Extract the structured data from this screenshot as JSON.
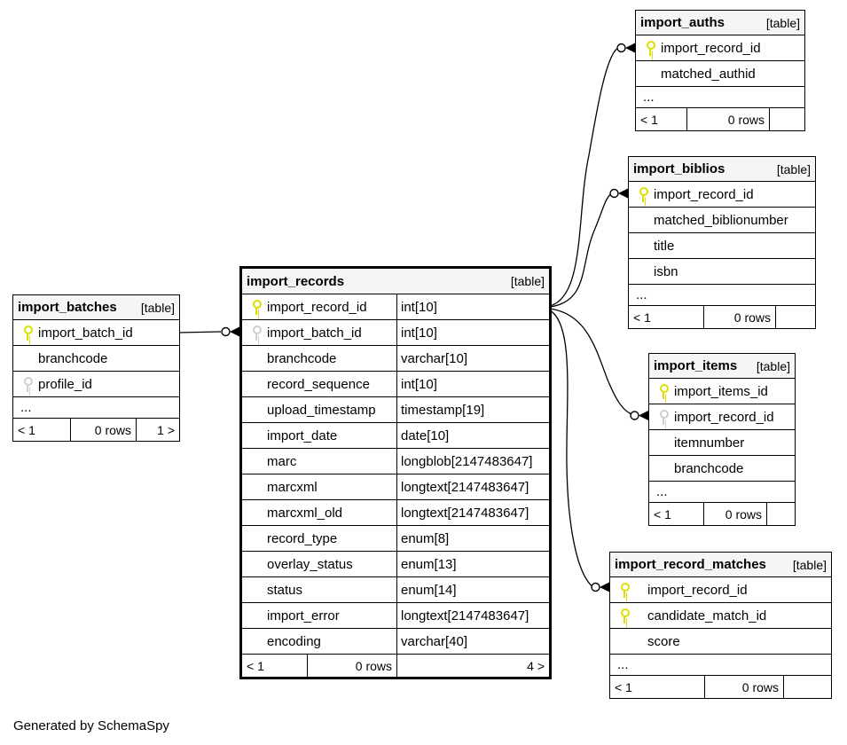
{
  "footer_note": "Generated by SchemaSpy",
  "colors": {
    "primary_key": "#dede00",
    "foreign_key": "#cfcfcf",
    "header_bg": "#f5f5f5",
    "border": "#000000"
  },
  "tables": {
    "import_batches": {
      "name": "import_batches",
      "tag": "[table]",
      "columns": [
        {
          "name": "import_batch_id",
          "key": "primary"
        },
        {
          "name": "branchcode",
          "key": "none"
        },
        {
          "name": "profile_id",
          "key": "foreign"
        }
      ],
      "ellipsis": "...",
      "footer": {
        "left": "< 1",
        "center": "0 rows",
        "right": "1 >"
      }
    },
    "import_records": {
      "name": "import_records",
      "tag": "[table]",
      "columns": [
        {
          "name": "import_record_id",
          "type": "int[10]",
          "key": "primary"
        },
        {
          "name": "import_batch_id",
          "type": "int[10]",
          "key": "foreign"
        },
        {
          "name": "branchcode",
          "type": "varchar[10]",
          "key": "none"
        },
        {
          "name": "record_sequence",
          "type": "int[10]",
          "key": "none"
        },
        {
          "name": "upload_timestamp",
          "type": "timestamp[19]",
          "key": "none"
        },
        {
          "name": "import_date",
          "type": "date[10]",
          "key": "none"
        },
        {
          "name": "marc",
          "type": "longblob[2147483647]",
          "key": "none"
        },
        {
          "name": "marcxml",
          "type": "longtext[2147483647]",
          "key": "none"
        },
        {
          "name": "marcxml_old",
          "type": "longtext[2147483647]",
          "key": "none"
        },
        {
          "name": "record_type",
          "type": "enum[8]",
          "key": "none"
        },
        {
          "name": "overlay_status",
          "type": "enum[13]",
          "key": "none"
        },
        {
          "name": "status",
          "type": "enum[14]",
          "key": "none"
        },
        {
          "name": "import_error",
          "type": "longtext[2147483647]",
          "key": "none"
        },
        {
          "name": "encoding",
          "type": "varchar[40]",
          "key": "none"
        }
      ],
      "footer": {
        "left": "< 1",
        "center": "0 rows",
        "right": "4 >"
      }
    },
    "import_auths": {
      "name": "import_auths",
      "tag": "[table]",
      "columns": [
        {
          "name": "import_record_id",
          "key": "primary"
        },
        {
          "name": "matched_authid",
          "key": "none"
        }
      ],
      "ellipsis": "...",
      "footer": {
        "left": "< 1",
        "center": "0 rows",
        "right": ""
      }
    },
    "import_biblios": {
      "name": "import_biblios",
      "tag": "[table]",
      "columns": [
        {
          "name": "import_record_id",
          "key": "primary"
        },
        {
          "name": "matched_biblionumber",
          "key": "none"
        },
        {
          "name": "title",
          "key": "none"
        },
        {
          "name": "isbn",
          "key": "none"
        }
      ],
      "ellipsis": "...",
      "footer": {
        "left": "< 1",
        "center": "0 rows",
        "right": ""
      }
    },
    "import_items": {
      "name": "import_items",
      "tag": "[table]",
      "columns": [
        {
          "name": "import_items_id",
          "key": "primary"
        },
        {
          "name": "import_record_id",
          "key": "foreign"
        },
        {
          "name": "itemnumber",
          "key": "none"
        },
        {
          "name": "branchcode",
          "key": "none"
        }
      ],
      "ellipsis": "...",
      "footer": {
        "left": "< 1",
        "center": "0 rows",
        "right": ""
      }
    },
    "import_record_matches": {
      "name": "import_record_matches",
      "tag": "[table]",
      "columns": [
        {
          "name": "import_record_id",
          "key": "primary"
        },
        {
          "name": "candidate_match_id",
          "key": "primary"
        },
        {
          "name": "score",
          "key": "none"
        }
      ],
      "ellipsis": "...",
      "footer": {
        "left": "< 1",
        "center": "0 rows",
        "right": ""
      }
    }
  },
  "relationships": [
    {
      "from": "import_batches.import_batch_id",
      "to": "import_records.import_batch_id"
    },
    {
      "from": "import_records.import_record_id",
      "to": "import_auths.import_record_id"
    },
    {
      "from": "import_records.import_record_id",
      "to": "import_biblios.import_record_id"
    },
    {
      "from": "import_records.import_record_id",
      "to": "import_items.import_record_id"
    },
    {
      "from": "import_records.import_record_id",
      "to": "import_record_matches.import_record_id"
    }
  ]
}
